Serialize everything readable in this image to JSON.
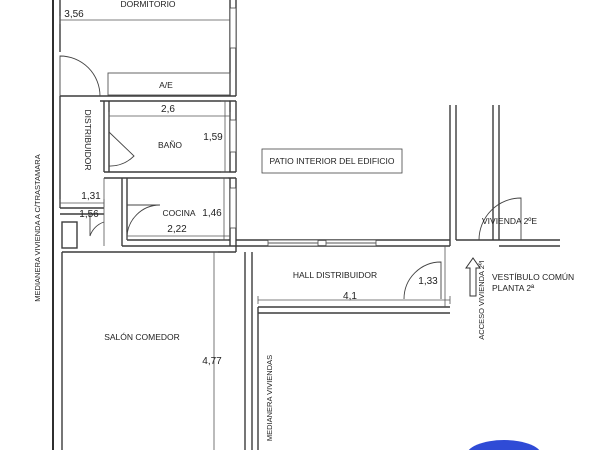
{
  "rooms": {
    "dormitorio": "DORMITORIO",
    "ae": "A/E",
    "bano": "BAÑO",
    "distribuidor": "DISTRIBUIDOR",
    "cocina": "COCINA",
    "salon": "SALÓN COMEDOR",
    "hall": "HALL DISTRIBUIDOR",
    "patio": "PATIO INTERIOR DEL EDIFICIO",
    "vivienda": "VIVIENDA 2ºE",
    "vestibulo_1": "VESTÍBULO COMÚN",
    "vestibulo_2": "PLANTA 2ª"
  },
  "side_labels": {
    "mediana_left": "MEDIANERA VIVIENDA A C/TRASTAMARA",
    "mediana_right": "MEDIANERA VIVIENDAS",
    "acceso": "ACCESO VIVIENDA 2ºI"
  },
  "dimensions": {
    "d_356": "3,56",
    "d_26": "2,6",
    "d_159": "1,59",
    "d_131": "1,31",
    "d_156": "1,56",
    "d_146": "1,46",
    "d_222": "2,22",
    "d_133": "1,33",
    "d_41": "4,1",
    "d_477": "4,77"
  }
}
